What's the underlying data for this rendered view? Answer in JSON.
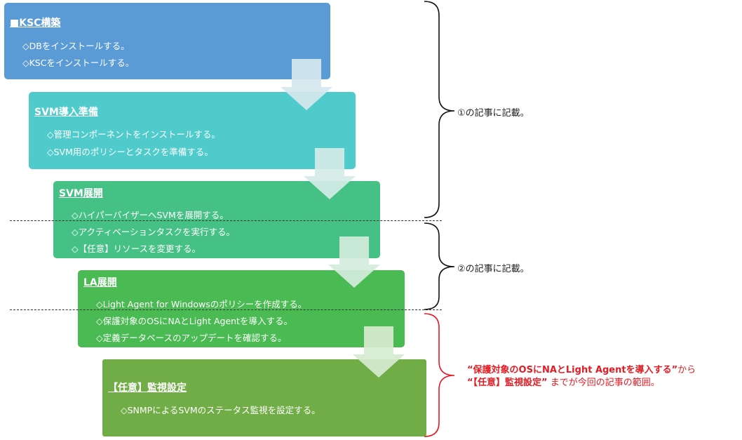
{
  "steps": [
    {
      "title": "■KSC構築",
      "items": [
        "◇DBをインストールする。",
        "◇KSCをインストールする。"
      ],
      "color": "#5b9bd5"
    },
    {
      "title": "SVM導入準備",
      "items": [
        "◇管理コンポーネントをインストールする。",
        "◇SVM用のポリシーとタスクを準備する。"
      ],
      "color": "#4fcbcb"
    },
    {
      "title": "SVM展開",
      "items": [
        "◇ハイパーバイザーへSVMを展開する。",
        "◇アクティベーションタスクを実行する。",
        "◇【任意】リソースを変更する。"
      ],
      "color": "#46c186"
    },
    {
      "title": "LA展開",
      "items": [
        "◇Light Agent for Windowsのポリシーを作成する。",
        "◇保護対象のOSにNAとLight Agentを導入する。",
        "◇定義データベースのアップデートを確認する。"
      ],
      "color": "#4aba52"
    },
    {
      "title": "【任意】監視設定",
      "items": [
        "◇SNMPによるSVMのステータス監視を設定する。"
      ],
      "color": "#70ad47"
    }
  ],
  "brackets": {
    "first": "①の記事に記載。",
    "second": "②の記事に記載。",
    "third_line1_bold": "“保護対象のOSにNAとLight Agentを導入する”",
    "third_line1_rest": "から",
    "third_line2_bold": "“【任意】監視設定”",
    "third_line2_rest": " までが今回の記事の範囲。"
  },
  "colors": {
    "arrow": "#d7ebef",
    "bracket_black": "#111111",
    "bracket_red": "#e31b23"
  }
}
